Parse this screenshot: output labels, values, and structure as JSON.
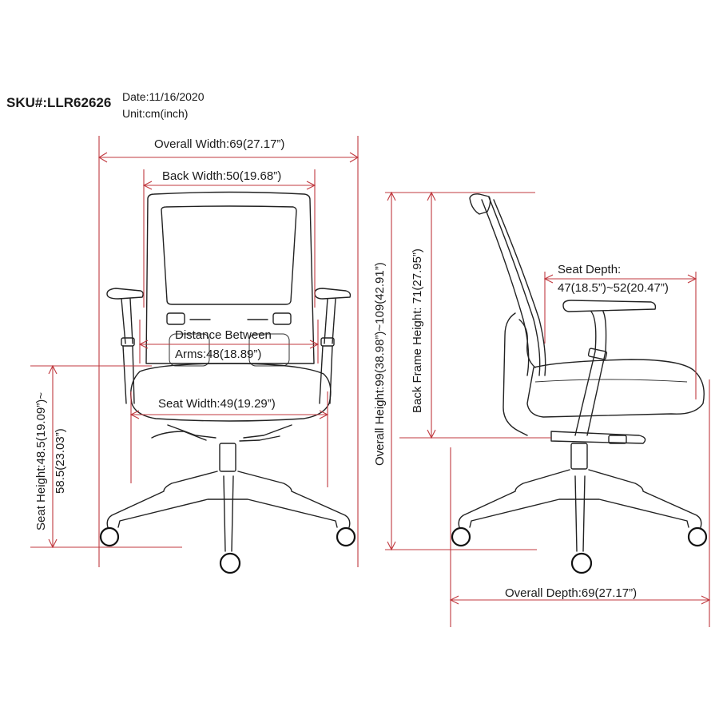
{
  "header": {
    "sku": "SKU#:LLR62626",
    "date": "Date:11/16/2020",
    "unit": "Unit:cm(inch)"
  },
  "front_view": {
    "overall_width": "Overall Width:69(27.17”)",
    "back_width": "Back Width:50(19.68”)",
    "distance_between_arms_line1": "Distance Between",
    "distance_between_arms_line2": "Arms:48(18.89”)",
    "seat_width": "Seat Width:49(19.29”)",
    "seat_height_line1": "Seat Height:48.5(19.09”)~",
    "seat_height_line2": "58.5(23.03”)"
  },
  "side_view": {
    "overall_height": "Overall Height:99(38.98”)~109(42.91”)",
    "back_frame_height": "Back Frame Height:   71(27.95”)",
    "seat_depth_line1": "Seat Depth:",
    "seat_depth_line2": "47(18.5”)~52(20.47”)",
    "overall_depth": "Overall Depth:69(27.17”)"
  },
  "colors": {
    "dimension_line": "#c0393f",
    "drawing_ink": "#222222",
    "background": "#ffffff"
  }
}
